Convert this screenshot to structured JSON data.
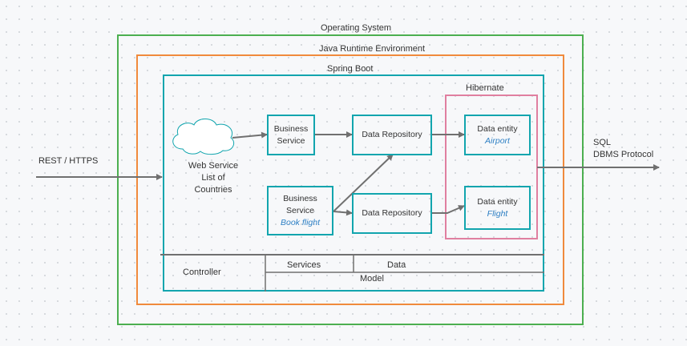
{
  "diagram": {
    "os_label": "Operating System",
    "jre_label": "Java Runtime Environment",
    "spring_label": "Spring Boot",
    "hibernate_label": "Hibernate",
    "web_service": {
      "line1": "Web Service",
      "line2": "List of",
      "line3": "Countries"
    },
    "business_service_1": {
      "line1": "Business",
      "line2": "Service"
    },
    "business_service_2": {
      "line1": "Business",
      "line2": "Service",
      "subtitle": "Book flight"
    },
    "data_repository_1": "Data Repository",
    "data_repository_2": "Data Repository",
    "data_entity_1": {
      "title": "Data entity",
      "subtitle": "Airport"
    },
    "data_entity_2": {
      "title": "Data entity",
      "subtitle": "Flight"
    },
    "input_label": "REST / HTTPS",
    "output_label": {
      "line1": "SQL",
      "line2": "DBMS Protocol"
    },
    "layers": {
      "controller": "Controller",
      "services": "Services",
      "data": "Data",
      "model": "Model"
    },
    "colors": {
      "os": "#4caf50",
      "jre": "#f08a3c",
      "spring": "#12a5ae",
      "hibernate": "#e07fa0",
      "arrow": "#707070"
    }
  }
}
